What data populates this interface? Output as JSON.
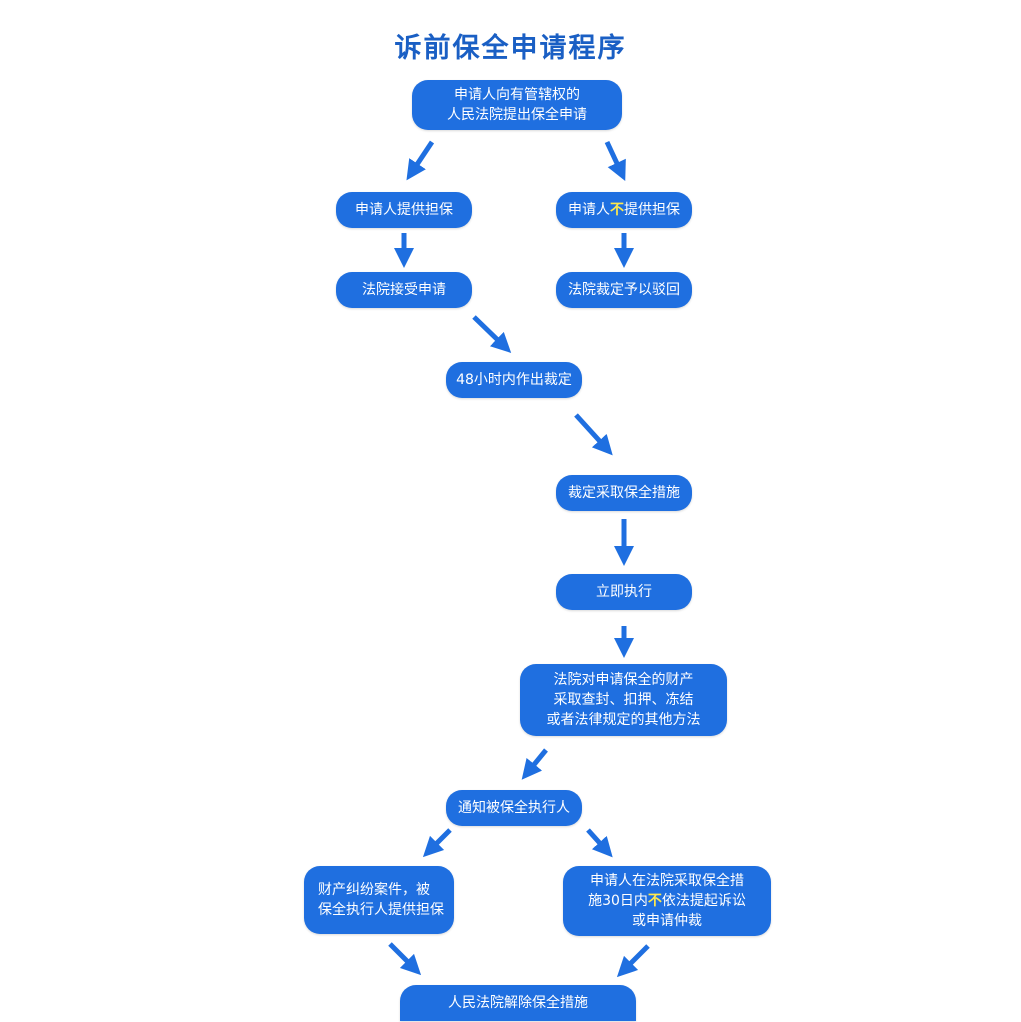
{
  "title": "诉前保全申请程序",
  "colors": {
    "node": "#1f6fe0",
    "title": "#1a5fc4",
    "highlight": "#ffe94d",
    "arrow": "#1f6fe0"
  },
  "nodes": {
    "apply": {
      "line1": "申请人向有管辖权的",
      "line2": "人民法院提出保全申请"
    },
    "provide_guarantee": "申请人提供担保",
    "no_guarantee": {
      "pre": "申请人",
      "highlight": "不",
      "post": "提供担保"
    },
    "court_accept": "法院接受申请",
    "court_reject": "法院裁定予以驳回",
    "ruling_48h": "48小时内作出裁定",
    "ruling_measures": "裁定采取保全措施",
    "execute": "立即执行",
    "seize": {
      "line1": "法院对申请保全的财产",
      "line2": "采取查封、扣押、冻结",
      "line3": "或者法律规定的其他方法"
    },
    "notify": "通知被保全执行人",
    "dispute": {
      "line1": "财产纠纷案件，被",
      "line2": "保全执行人提供担保"
    },
    "no_suit": {
      "line1": "申请人在法院采取保全措",
      "line2_pre": "施30日内",
      "line2_highlight": "不",
      "line2_post": "依法提起诉讼",
      "line3": "或申请仲裁"
    },
    "release": "人民法院解除保全措施"
  }
}
